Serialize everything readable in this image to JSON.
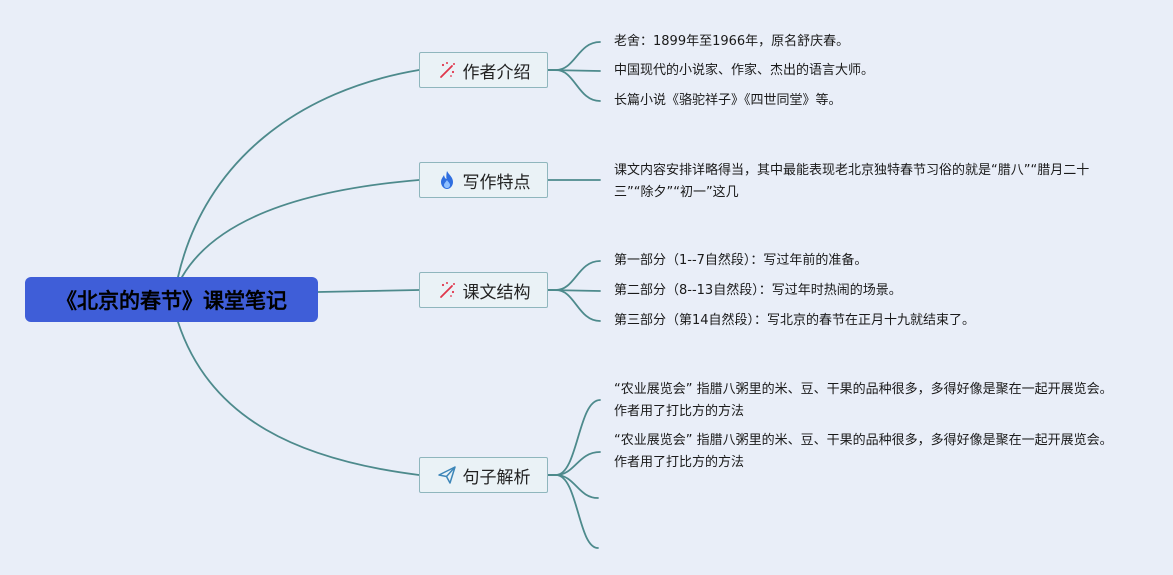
{
  "root": {
    "title": "《北京的春节》课堂笔记"
  },
  "topics": [
    {
      "label": "作者介绍",
      "icon": "magic-wand-icon",
      "leaves": [
        "老舍：1899年至1966年，原名舒庆春。",
        "中国现代的小说家、作家、杰出的语言大师。",
        "长篇小说《骆驼祥子》《四世同堂》等。"
      ]
    },
    {
      "label": "写作特点",
      "icon": "fire-icon",
      "leaves": [
        "课文内容安排详略得当，其中最能表现老北京独特春节习俗的就是“腊八”“腊月二十三”“除夕”“初一”这几"
      ]
    },
    {
      "label": "课文结构",
      "icon": "magic-wand-icon",
      "leaves": [
        "第一部分（1--7自然段）：写过年前的准备。",
        "第二部分（8--13自然段）：写过年时热闹的场景。",
        "第三部分（第14自然段）：写北京的春节在正月十九就结束了。"
      ]
    },
    {
      "label": "句子解析",
      "icon": "paper-plane-icon",
      "leaves": [
        "“农业展览会” 指腊八粥里的米、豆、干果的品种很多，多得好像是聚在一起开展览会。作者用了打比方的方法",
        "“农业展览会” 指腊八粥里的米、豆、干果的品种很多，多得好像是聚在一起开展览会。作者用了打比方的方法",
        "",
        ""
      ]
    }
  ],
  "colors": {
    "background": "#e9eef8",
    "root_fill": "#3f5ed8",
    "link": "#4d8a8c",
    "topic_border": "#8fb6bd",
    "topic_fill": "#eaf2f6",
    "wand_accent": "#e0364b",
    "fire": "#2f6fe0",
    "plane": "#3d86b8"
  }
}
